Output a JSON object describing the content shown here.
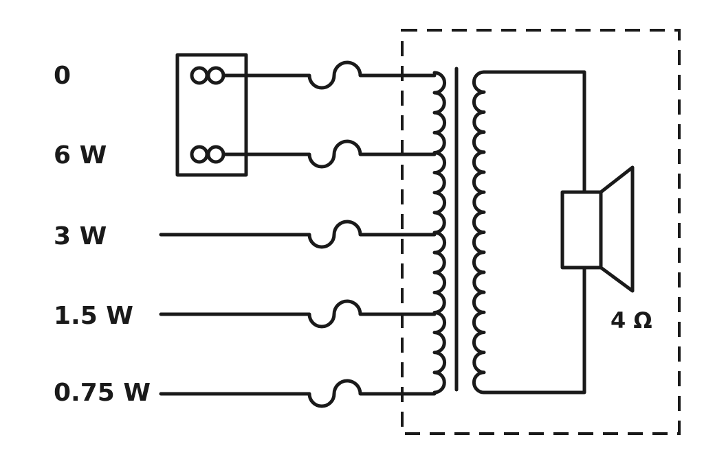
{
  "taps": [
    {
      "label": "0"
    },
    {
      "label": "6 W"
    },
    {
      "label": "3 W"
    },
    {
      "label": "1.5 W"
    },
    {
      "label": "0.75 W"
    }
  ],
  "speaker": {
    "impedance_label": "4 Ω"
  },
  "colors": {
    "ink": "#1a1a1a",
    "background": "#ffffff"
  }
}
